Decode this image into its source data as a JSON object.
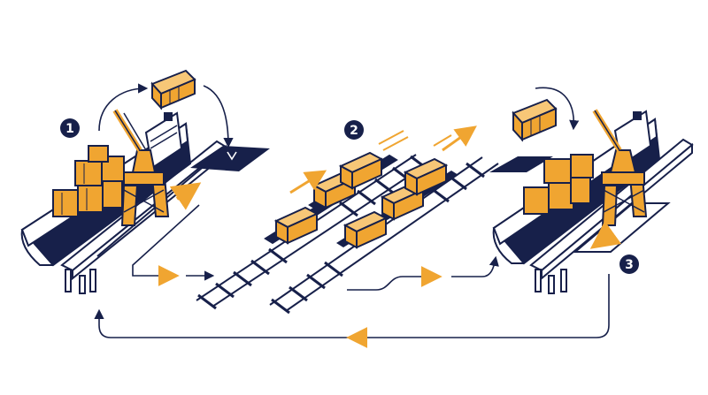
{
  "colors": {
    "navy": "#17204a",
    "orange": "#f0a531",
    "orange_dark": "#c9841b",
    "white": "#ffffff"
  },
  "steps": [
    {
      "number": "1"
    },
    {
      "number": "2"
    },
    {
      "number": "3"
    }
  ],
  "icons": [
    "ship-icon",
    "crane-icon",
    "container-icon",
    "rail-track-icon",
    "flatcar-icon",
    "arrow-icon"
  ]
}
